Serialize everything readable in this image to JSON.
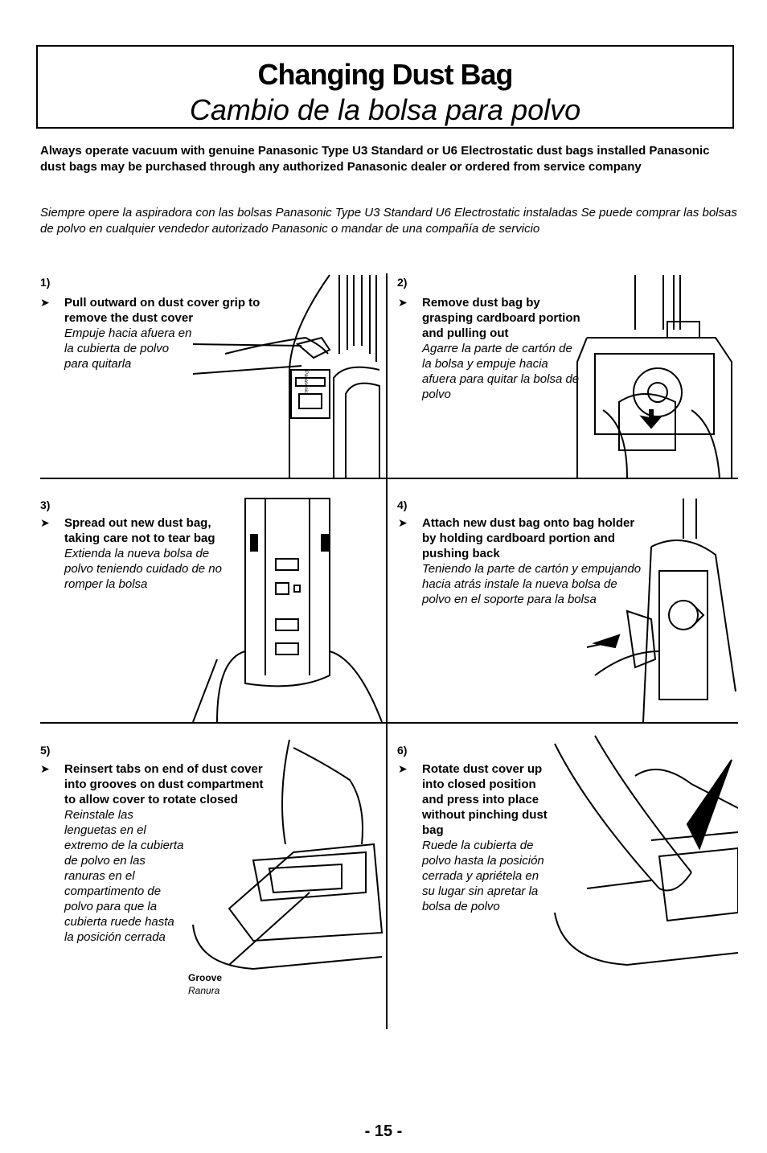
{
  "title": {
    "en": "Changing Dust Bag",
    "es": "Cambio de la bolsa para polvo"
  },
  "intro": {
    "en": "Always operate vacuum with genuine Panasonic Type U3 Standard or U6 Electrostatic dust bags installed  Panasonic dust bags may be purchased through any authorized Panasonic dealer or ordered from service company",
    "es": "Siempre opere la aspiradora con las bolsas Panasonic Type U3 Standard U6 Electrostatic instaladas Se puede comprar las bolsas de polvo en cualquier vendedor autorizado Panasonic o mandar de una compañía de servicio"
  },
  "steps": [
    {
      "num": "1)",
      "en": "Pull outward on dust cover grip to remove the dust cover",
      "es": "Empuje hacia afuera en la cubierta de polvo para quitarla"
    },
    {
      "num": "2)",
      "en": "Remove dust bag by grasping cardboard portion and pulling out",
      "es": "Agarre la parte de cartón de la bolsa y empuje hacia afuera para quitar la bolsa de polvo"
    },
    {
      "num": "3)",
      "en": "Spread out new dust bag, taking care not to tear bag",
      "es": "Extienda la nueva bolsa de polvo teniendo cuidado de no romper la bolsa"
    },
    {
      "num": "4)",
      "en": "Attach new dust bag onto bag holder by holding cardboard portion and pushing back",
      "es": "Teniendo la parte de cartón y empujando hacia atrás instale la nueva bolsa de polvo en el soporte para la bolsa"
    },
    {
      "num": "5)",
      "en": "Reinsert tabs on end of dust cover into grooves on dust compartment to allow cover to rotate closed",
      "es": "Reinstale las lenguetas en el extremo de la cubierta de polvo en las ranuras en el compartimento de polvo para que la cubierta ruede hasta la posición cerrada"
    },
    {
      "num": "6)",
      "en": "Rotate dust cover up into closed position and press into place without pinching dust bag",
      "es": "Ruede la cubierta de polvo hasta la posición cerrada y apriétela en su lugar sin apretar la bolsa de polvo"
    }
  ],
  "labels": {
    "groove_en": "Groove",
    "groove_es": "Ranura",
    "panel_brand": "Panasonic"
  },
  "page_number": "- 15 -",
  "icons": {
    "step_arrow": "arrowhead-right-icon"
  }
}
